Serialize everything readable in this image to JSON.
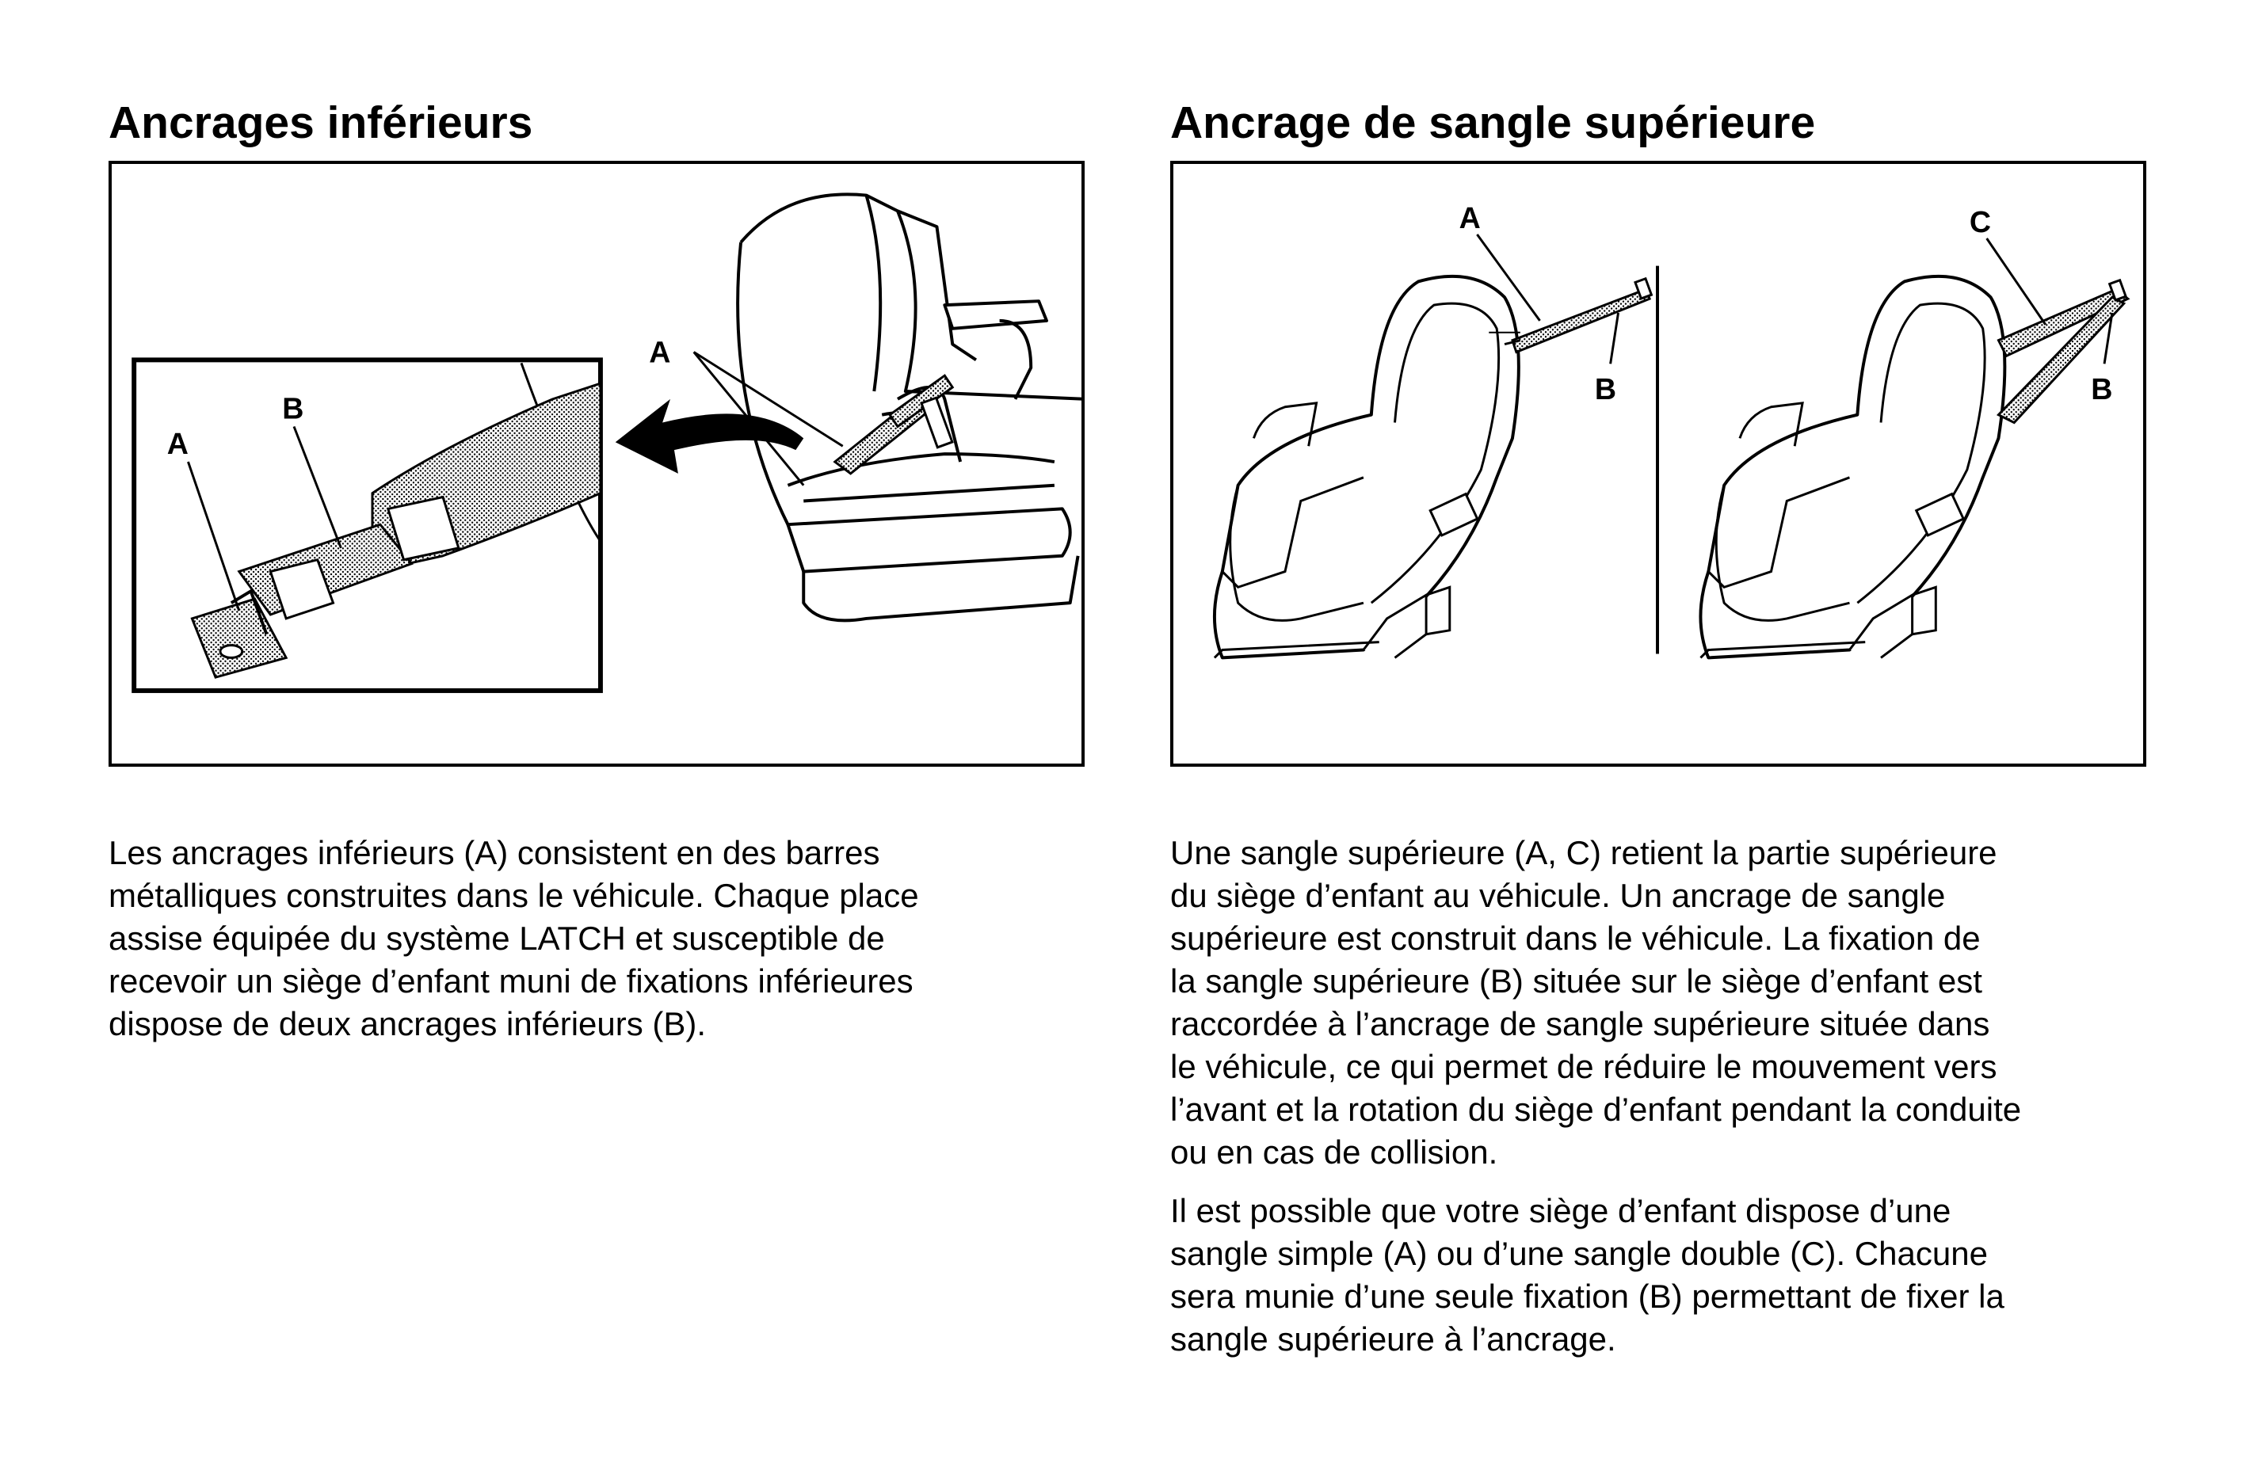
{
  "left": {
    "heading": "Ancrages inférieurs",
    "figure": {
      "callouts": {
        "a_main": "A",
        "a_inset": "A",
        "b_inset": "B"
      }
    },
    "paragraph_lines": [
      "Les ancrages inférieurs (A) consistent en des barres",
      "métalliques construites dans le véhicule. Chaque place",
      "assise équipée du système LATCH et susceptible de",
      "recevoir un siège d’enfant muni de fixations inférieures",
      "dispose de deux ancrages inférieurs (B)."
    ]
  },
  "right": {
    "heading": "Ancrage de sangle supérieure",
    "figure": {
      "callouts": {
        "a": "A",
        "b_left": "B",
        "c": "C",
        "b_right": "B"
      }
    },
    "paragraph1_lines": [
      "Une sangle supérieure (A, C) retient la partie supérieure",
      "du siège d’enfant au véhicule. Un ancrage de sangle",
      "supérieure est construit dans le véhicule. La fixation de",
      "la sangle supérieure (B) située sur le siège d’enfant est",
      "raccordée à l’ancrage de sangle supérieure située dans",
      "le véhicule, ce qui permet de réduire le mouvement vers",
      "l’avant et la rotation du siège d’enfant pendant la conduite",
      "ou en cas de collision."
    ],
    "paragraph2_lines": [
      "Il est possible que votre siège d’enfant dispose d’une",
      "sangle simple (A) ou d’une sangle double (C). Chacune",
      "sera munie d’une seule fixation (B) permettant de fixer la",
      "sangle supérieure à l’ancrage."
    ]
  }
}
